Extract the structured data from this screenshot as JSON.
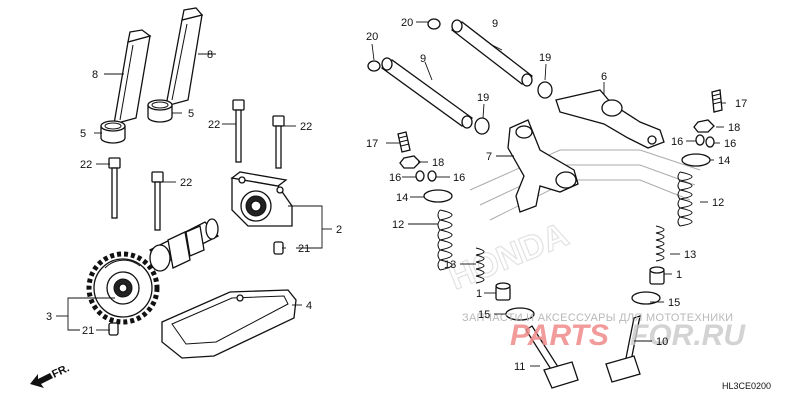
{
  "diagram_code": "HL3CE0200",
  "direction_label": "FR.",
  "watermark": {
    "caption": "ЗАПЧАСТИ И АКСЕССУАРЫ ДЛЯ МОТОТЕХНИКИ",
    "logo_left": "PARTS",
    "logo_right": "FOR.RU",
    "brand": "HONDA"
  },
  "callouts": {
    "c1a": "1",
    "c1b": "1",
    "c2": "2",
    "c3": "3",
    "c4": "4",
    "c5a": "5",
    "c5b": "5",
    "c6": "6",
    "c7": "7",
    "c8a": "8",
    "c8b": "8",
    "c9a": "9",
    "c9b": "9",
    "c10": "10",
    "c11": "11",
    "c12a": "12",
    "c12b": "12",
    "c13a": "13",
    "c13b": "13",
    "c14a": "14",
    "c14b": "14",
    "c15a": "15",
    "c15b": "15",
    "c16a": "16",
    "c16b": "16",
    "c16c": "16",
    "c16d": "16",
    "c17a": "17",
    "c17b": "17",
    "c18a": "18",
    "c18b": "18",
    "c19a": "19",
    "c19b": "19",
    "c20a": "20",
    "c20b": "20",
    "c21a": "21",
    "c21b": "21",
    "c22a": "22",
    "c22b": "22",
    "c22c": "22",
    "c22d": "22"
  }
}
